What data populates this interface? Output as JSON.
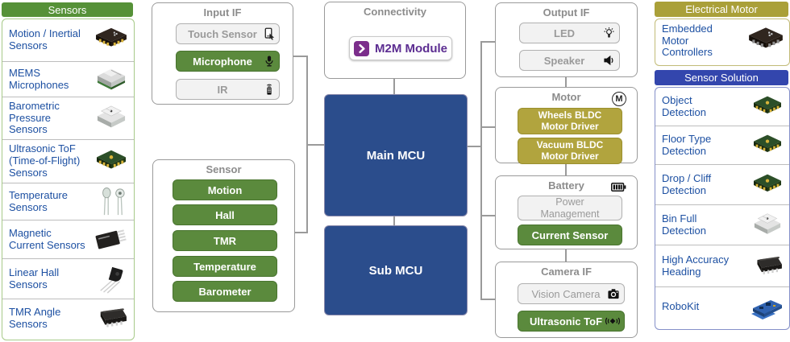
{
  "sensors_panel": {
    "header": "Sensors",
    "items": [
      {
        "label": "Motion / Inertial Sensors",
        "icon": "black-qfn-chip"
      },
      {
        "label": "MEMS Microphones",
        "icon": "silver-mems-mic-chip"
      },
      {
        "label": "Barometric Pressure Sensors",
        "icon": "silver-pressure-chip"
      },
      {
        "label": "Ultrasonic ToF (Time-of-Flight) Sensors",
        "icon": "green-tof-chip"
      },
      {
        "label": "Temperature Sensors",
        "icon": "thermistor-pair"
      },
      {
        "label": "Magnetic Current Sensors",
        "icon": "black-soic-chip"
      },
      {
        "label": "Linear Hall Sensors",
        "icon": "to92-package"
      },
      {
        "label": "TMR Angle Sensors",
        "icon": "black-sop-chip"
      }
    ]
  },
  "input_if": {
    "title": "Input IF",
    "buttons": [
      {
        "label": "Touch Sensor",
        "style": "gray",
        "icon": "touch-icon"
      },
      {
        "label": "Microphone",
        "style": "green",
        "icon": "microphone-icon"
      },
      {
        "label": "IR",
        "style": "gray",
        "icon": "ir-remote-icon"
      }
    ]
  },
  "sensor_group": {
    "title": "Sensor",
    "buttons": [
      {
        "label": "Motion",
        "style": "green"
      },
      {
        "label": "Hall",
        "style": "green"
      },
      {
        "label": "TMR",
        "style": "green"
      },
      {
        "label": "Temperature",
        "style": "green"
      },
      {
        "label": "Barometer",
        "style": "green"
      }
    ]
  },
  "connectivity": {
    "title": "Connectivity",
    "button_label": "M2M Module",
    "icon": "m2m-chevron-icon"
  },
  "mcu": {
    "main": "Main MCU",
    "sub": "Sub MCU"
  },
  "output_if": {
    "title": "Output IF",
    "buttons": [
      {
        "label": "LED",
        "style": "gray",
        "icon": "led-bulb-icon"
      },
      {
        "label": "Speaker",
        "style": "gray",
        "icon": "speaker-icon"
      }
    ]
  },
  "motor": {
    "title": "Motor",
    "icon_letter": "M",
    "buttons": [
      {
        "label": "Wheels BLDC Motor Driver",
        "style": "olive"
      },
      {
        "label": "Vacuum BLDC Motor Driver",
        "style": "olive"
      }
    ]
  },
  "battery": {
    "title": "Battery",
    "icon": "battery-icon",
    "buttons": [
      {
        "label": "Power Management",
        "style": "gray"
      },
      {
        "label": "Current Sensor",
        "style": "green"
      }
    ]
  },
  "camera_if": {
    "title": "Camera IF",
    "buttons": [
      {
        "label": "Vision Camera",
        "style": "gray",
        "icon": "camera-icon"
      },
      {
        "label": "Ultrasonic ToF",
        "style": "green",
        "icon": "ultrasonic-wave-icon"
      }
    ]
  },
  "electrical_motor_panel": {
    "header": "Electrical Motor",
    "items": [
      {
        "label": "Embedded Motor Controllers",
        "icon": "black-qfn-chip"
      }
    ]
  },
  "sensor_solution_panel": {
    "header": "Sensor Solution",
    "items": [
      {
        "label": "Object Detection",
        "icon": "green-tof-chip"
      },
      {
        "label": "Floor Type Detection",
        "icon": "green-tof-chip"
      },
      {
        "label": "Drop / Cliff Detection",
        "icon": "green-tof-chip"
      },
      {
        "label": "Bin Full Detection",
        "icon": "silver-pressure-chip"
      },
      {
        "label": "High Accuracy Heading",
        "icon": "black-sop-chip"
      },
      {
        "label": "RoboKit",
        "icon": "blue-pcb-board"
      }
    ]
  },
  "colors": {
    "green_header": "#569138",
    "green_button": "#5b8a3d",
    "olive": "#aaa039",
    "blue_header": "#3346ad",
    "mcu_blue": "#2b4d8c",
    "link_text_blue": "#1d50a2",
    "purple_accent": "#7b2d8b",
    "purple_text": "#5c2d91",
    "connector_gray": "#9a9a9a"
  }
}
